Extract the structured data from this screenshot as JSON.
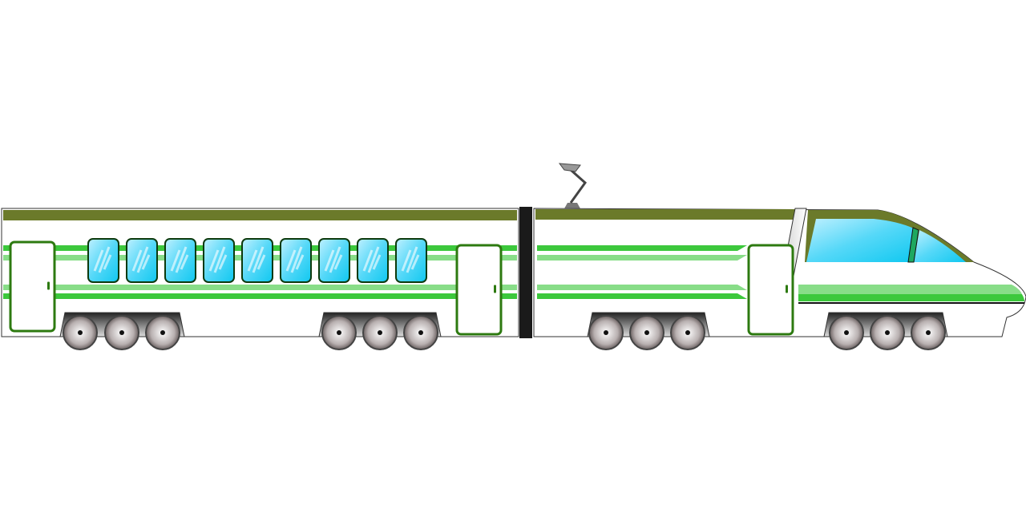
{
  "illustration": {
    "subject": "high-speed-train",
    "colors": {
      "roof_stripe": "#6b7a2a",
      "green_dark": "#3cc83c",
      "green_light": "#88dd88",
      "door_frame": "#2d7a10",
      "window_glass": "#2fd0f5",
      "window_frame": "#0d3a0d",
      "coupler": "#1a1a1a",
      "wheel": "#9a9090",
      "body": "#ffffff",
      "outline": "#333333"
    },
    "passenger_car_window_count": 9,
    "wheels_per_bogie": 3
  }
}
